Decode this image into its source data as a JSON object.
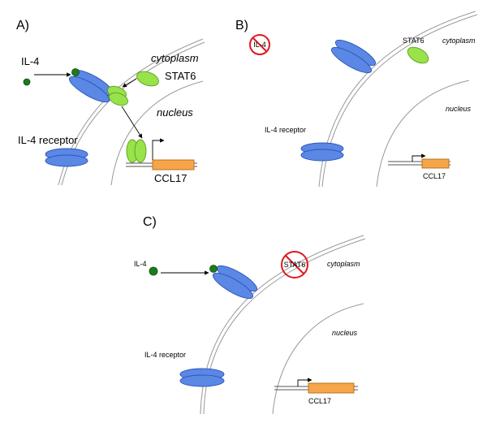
{
  "panels": [
    {
      "label": "A)",
      "il4": "IL-4",
      "il4_receptor": "IL-4 receptor",
      "stat6": "STAT6",
      "cytoplasm": "cytoplasm",
      "nucleus": "nucleus",
      "gene": "CCL17"
    },
    {
      "label": "B)",
      "il4": "IL-4",
      "il4_receptor": "IL-4 receptor",
      "stat6": "STAT6",
      "cytoplasm": "cytoplasm",
      "nucleus": "nucleus",
      "gene": "CCL17"
    },
    {
      "label": "C)",
      "il4": "IL-4",
      "il4_receptor": "IL-4 receptor",
      "stat6": "STAT6",
      "cytoplasm": "cytoplasm",
      "nucleus": "nucleus",
      "gene": "CCL17"
    }
  ],
  "colors": {
    "receptor": "#5b87e5",
    "stat6": "#98e24a",
    "il4_ligand": "#1e7a1e",
    "gene": "#f6a54a",
    "blocked": "#e0181e"
  },
  "blocked_components": {
    "B)": "IL-4",
    "C)": "STAT6"
  }
}
